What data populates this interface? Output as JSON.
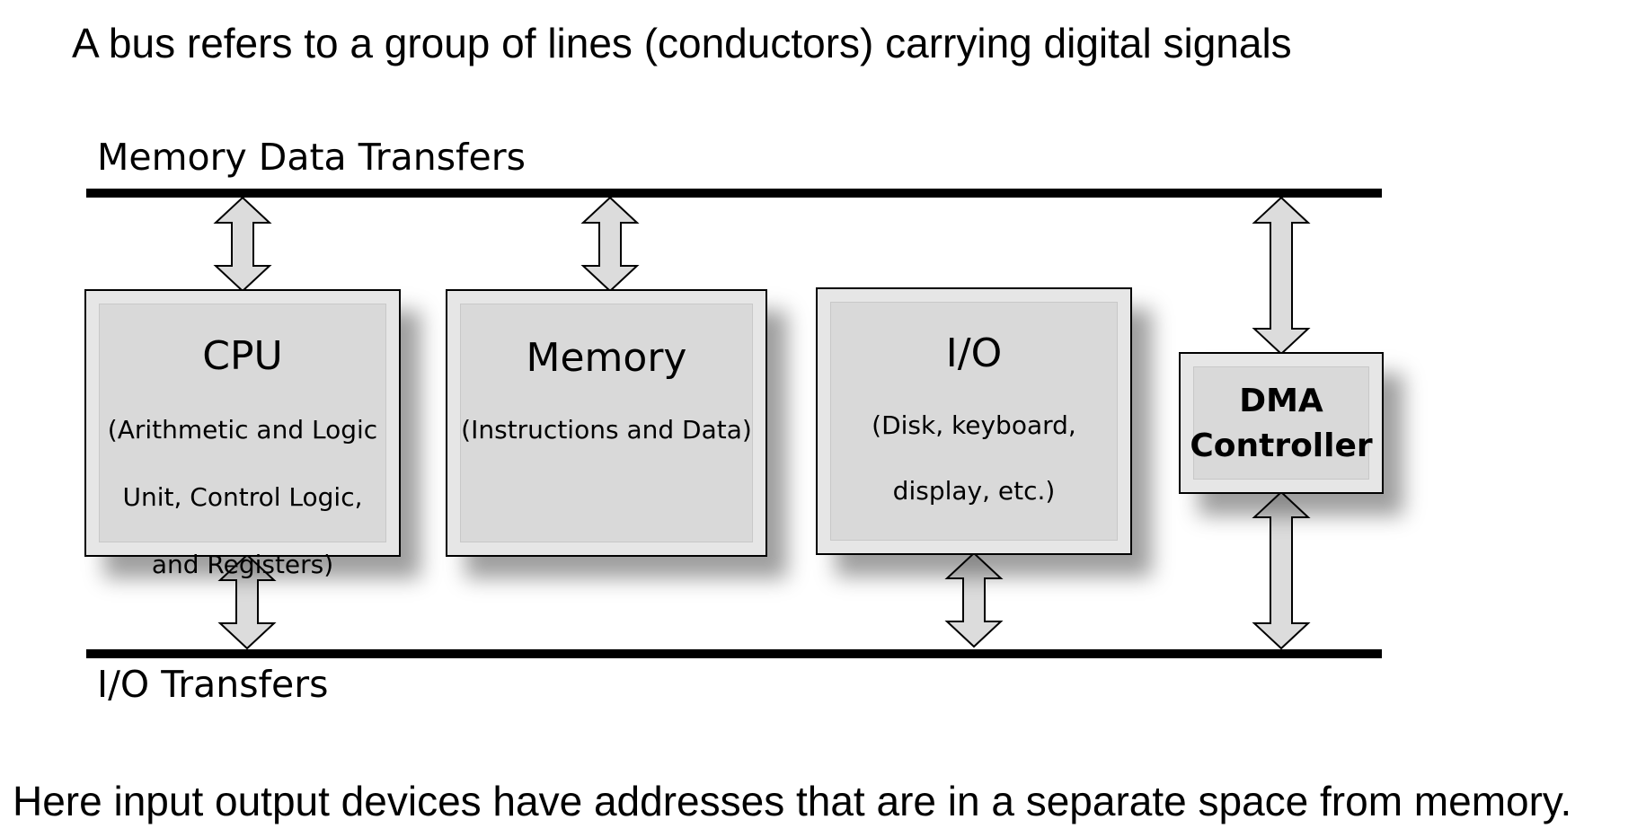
{
  "heading": "A bus refers to a group of lines (conductors) carrying digital signals",
  "buses": {
    "top_label": "Memory Data Transfers",
    "bottom_label": "I/O Transfers"
  },
  "boxes": {
    "cpu": {
      "title": "CPU",
      "desc_lines": [
        "(Arithmetic and Logic",
        "Unit, Control Logic,",
        "and Registers)"
      ]
    },
    "memory": {
      "title": "Memory",
      "desc_lines": [
        "(Instructions and Data)"
      ]
    },
    "io": {
      "title": "I/O",
      "desc_lines": [
        "(Disk, keyboard,",
        "display, etc.)"
      ]
    },
    "dma": {
      "title_lines": [
        "DMA",
        "Controller"
      ]
    }
  },
  "footer": "Here input output devices have addresses that are in a separate space from memory.",
  "colors": {
    "box_fill": "#d9d9d9",
    "arrow_fill": "#dcdcdc",
    "bus_line": "#000000"
  }
}
